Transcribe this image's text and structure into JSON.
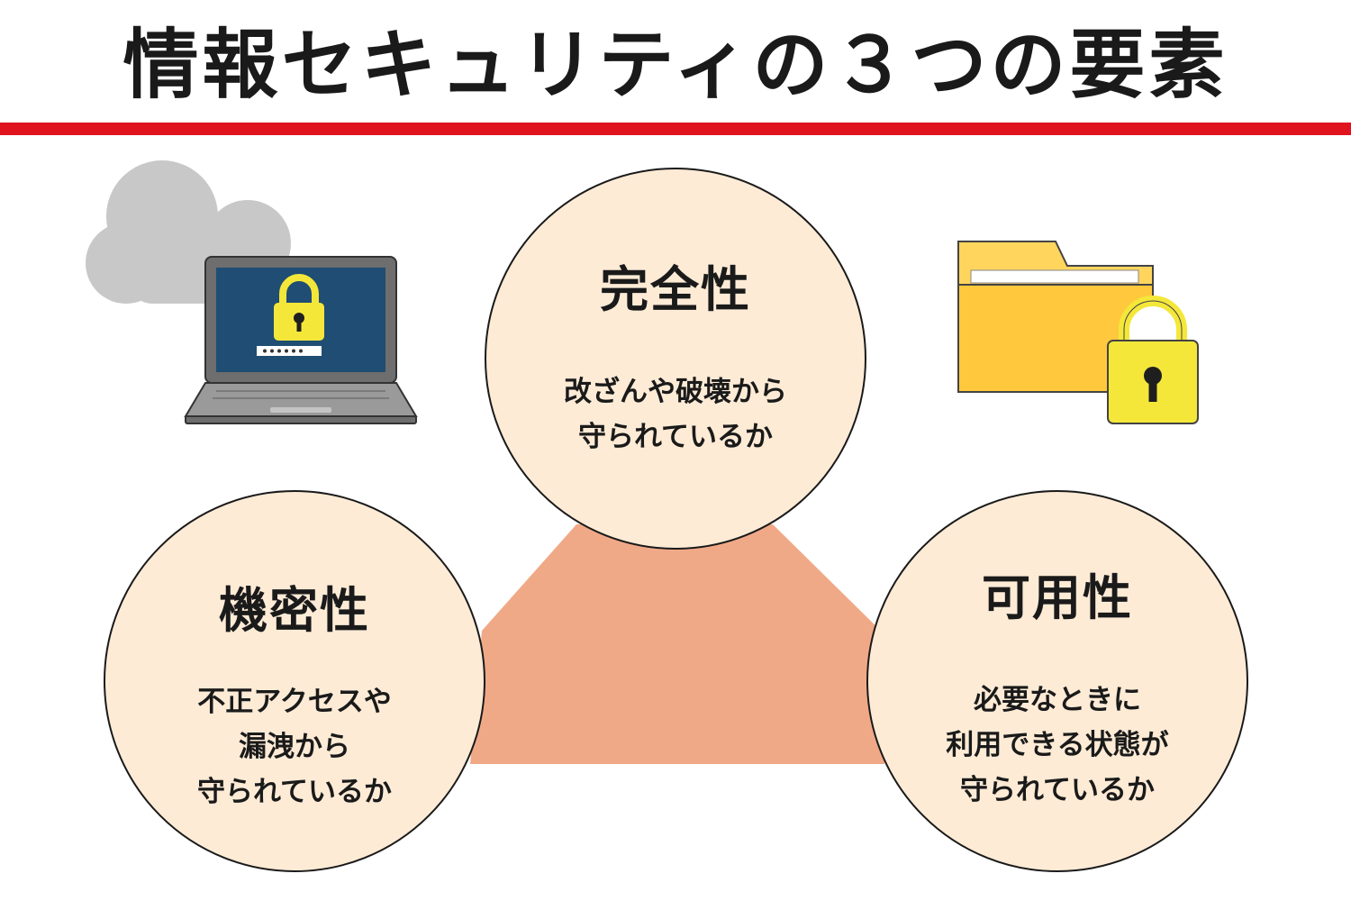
{
  "title": "情報セキュリティの３つの要素",
  "colors": {
    "rule": "#e0141e",
    "circle_fill": "#fdebd6",
    "circle_stroke": "#1a1a1a",
    "triangle": "#f0a987",
    "cloud": "#c8c8c8",
    "laptop_body": "#6e6e6e",
    "laptop_screen": "#1f4d73",
    "lock_yellow": "#f4e73a",
    "folder": "#ffd55e"
  },
  "icons": [
    "cloud-icon",
    "laptop-icon",
    "padlock-icon",
    "folder-icon"
  ],
  "elements": {
    "integrity": {
      "heading": "完全性",
      "lines": [
        "改ざんや破壊から",
        "守られているか"
      ]
    },
    "confidentiality": {
      "heading": "機密性",
      "lines": [
        "不正アクセスや",
        "漏洩から",
        "守られているか"
      ]
    },
    "availability": {
      "heading": "可用性",
      "lines": [
        "必要なときに",
        "利用できる状態が",
        "守られているか"
      ]
    }
  }
}
